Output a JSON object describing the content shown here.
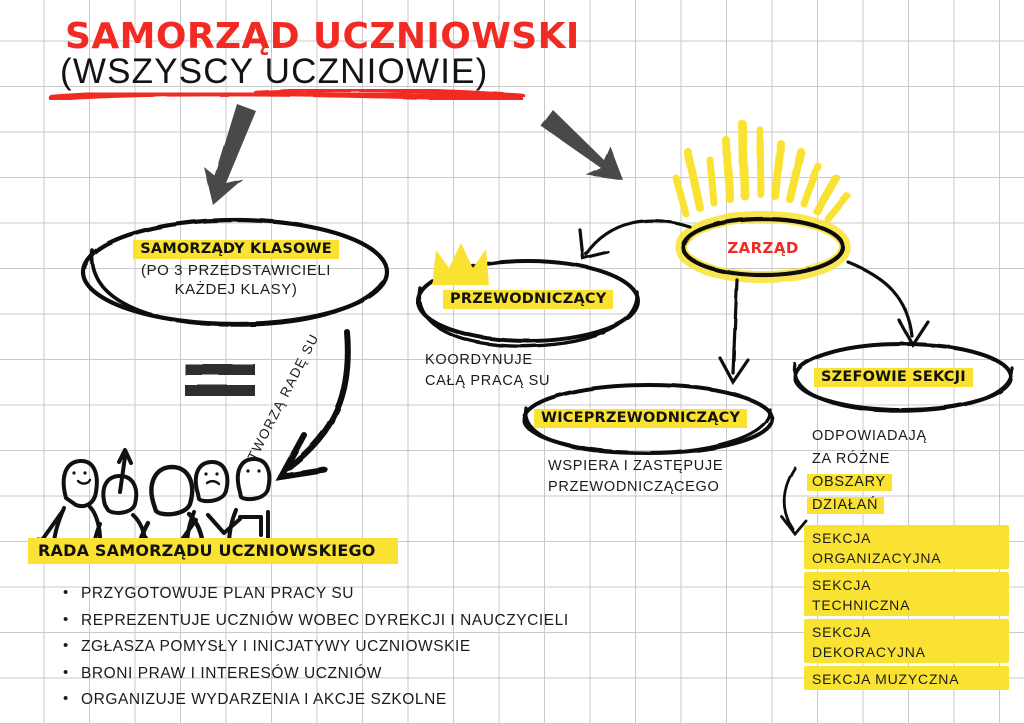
{
  "title": {
    "line1": "SAMORZĄD UCZNIOWSKI",
    "line2": "(WSZYSCY UCZNIOWIE)",
    "accent_color": "#f22a24",
    "underline_icon": "red-underline-stroke"
  },
  "colors": {
    "highlight": "#fae232",
    "red": "#f22a24",
    "ink": "#111111",
    "grid": "#c9c9c9",
    "arrow_gray": "#4a4a4a"
  },
  "nodes": {
    "class_councils": {
      "label": "SAMORZĄDY KLASOWE",
      "sub_line1": "(PO 3 PRZEDSTAWICIELI",
      "sub_line2": "KAŻDEJ KLASY)"
    },
    "chairman": {
      "label": "PRZEWODNICZĄCY",
      "icon": "crown-icon",
      "caption_line1": "KOORDYNUJE",
      "caption_line2": "CAŁĄ PRACĄ SU"
    },
    "vice_chairman": {
      "label": "WICEPRZEWODNICZĄCY",
      "caption_line1": "WSPIERA I ZASTĘPUJE",
      "caption_line2": "PRZEWODNICZĄCEGO"
    },
    "board": {
      "label": "ZARZĄD",
      "icon": "sunburst-rays-icon"
    },
    "section_heads": {
      "label": "SZEFOWIE SEKCJI",
      "caption_line1": "ODPOWIADAJĄ",
      "caption_line2": "ZA RÓŻNE",
      "caption_line3": "OBSZARY",
      "caption_line4": "DZIAŁAŃ"
    },
    "student_council": {
      "label": "RADA SAMORZĄDU UCZNIOWSKIEGO",
      "icon": "group-of-students-icon"
    }
  },
  "connector_labels": {
    "forms_council": "TWORZĄ RADĘ SU",
    "equals": "equals-sign-icon"
  },
  "sections": [
    {
      "line1": "SEKCJA",
      "line2": "ORGANIZACYJNA"
    },
    {
      "line1": "SEKCJA",
      "line2": "TECHNICZNA"
    },
    {
      "line1": "SEKCJA",
      "line2": "DEKORACYJNA"
    },
    {
      "line1": "SEKCJA MUZYCZNA",
      "line2": ""
    }
  ],
  "council_duties": [
    "PRZYGOTOWUJE PLAN PRACY SU",
    "REPREZENTUJE UCZNIÓW WOBEC DYREKCJI I NAUCZYCIELI",
    "ZGŁASZA POMYSŁY I INICJATYWY UCZNIOWSKIE",
    "BRONI PRAW I INTERESÓW UCZNIÓW",
    "ORGANIZUJE WYDARZENIA I AKCJE SZKOLNE"
  ],
  "arrows": [
    {
      "name": "arrow-title-to-class-councils",
      "style": "thick-gray"
    },
    {
      "name": "arrow-title-to-board",
      "style": "thick-gray"
    },
    {
      "name": "arrow-board-to-chairman",
      "style": "thin-black-curve"
    },
    {
      "name": "arrow-board-to-vice-chairman",
      "style": "thin-black-straight"
    },
    {
      "name": "arrow-board-to-section-heads",
      "style": "thin-black-curve"
    },
    {
      "name": "arrow-section-heads-to-sections",
      "style": "thin-black-curve"
    },
    {
      "name": "arrow-class-councils-to-student-council",
      "style": "thick-black-curve"
    }
  ]
}
